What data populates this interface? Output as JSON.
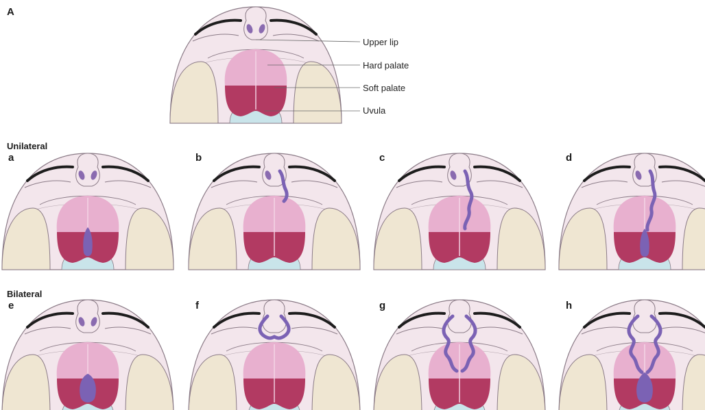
{
  "figure_label": "A",
  "rows": {
    "unilateral": "Unilateral",
    "bilateral": "Bilateral"
  },
  "panels": {
    "a": "a",
    "b": "b",
    "c": "c",
    "d": "d",
    "e": "e",
    "f": "f",
    "g": "g",
    "h": "h"
  },
  "anatomy_labels": {
    "upper_lip": "Upper lip",
    "hard_palate": "Hard palate",
    "soft_palate": "Soft palate",
    "uvula": "Uvula"
  },
  "colors": {
    "skin": "#f3e6ec",
    "skin_outline": "#8a7a86",
    "teeth": "#efe6d2",
    "hard_palate": "#e8b0cf",
    "soft_palate": "#b23a62",
    "uvula": "#c9e4ea",
    "cleft": "#7b62b4",
    "nostril": "#8a6bb0",
    "brow": "#1d1d1d"
  }
}
